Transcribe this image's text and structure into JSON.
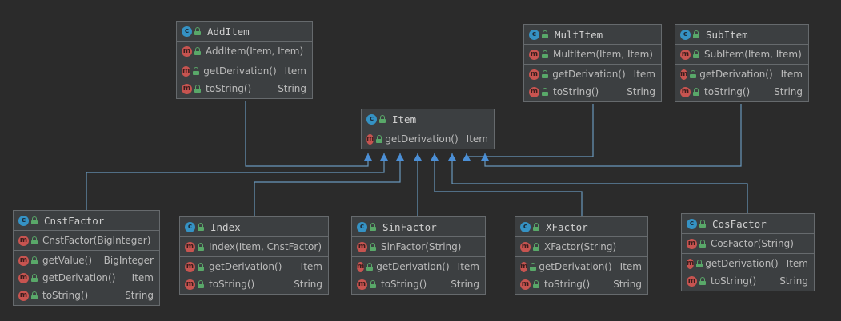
{
  "colors": {
    "background": "#2b2b2b",
    "box": "#3c3f41",
    "border": "#666a6d",
    "edge_child": "#6897bb",
    "edge_arrow": "#4b8fd6",
    "class_badge": "#3592c4",
    "method_badge": "#c75450",
    "public_lock": "#59a869"
  },
  "icons": {
    "class_letter": "c",
    "method_letter": "m"
  },
  "classes": [
    {
      "id": "AddItem",
      "name": "AddItem",
      "sections": [
        [
          {
            "sig": "AddItem(Item, Item)",
            "ret": ""
          }
        ],
        [
          {
            "sig": "getDerivation()",
            "ret": "Item"
          },
          {
            "sig": "toString()",
            "ret": "String"
          }
        ]
      ]
    },
    {
      "id": "MultItem",
      "name": "MultItem",
      "sections": [
        [
          {
            "sig": "MultItem(Item, Item)",
            "ret": ""
          }
        ],
        [
          {
            "sig": "getDerivation()",
            "ret": "Item"
          },
          {
            "sig": "toString()",
            "ret": "String"
          }
        ]
      ]
    },
    {
      "id": "SubItem",
      "name": "SubItem",
      "sections": [
        [
          {
            "sig": "SubItem(Item, Item)",
            "ret": ""
          }
        ],
        [
          {
            "sig": "getDerivation()",
            "ret": "Item"
          },
          {
            "sig": "toString()",
            "ret": "String"
          }
        ]
      ]
    },
    {
      "id": "Item",
      "name": "Item",
      "sections": [
        [
          {
            "sig": "getDerivation()",
            "ret": "Item"
          }
        ]
      ]
    },
    {
      "id": "CnstFactor",
      "name": "CnstFactor",
      "sections": [
        [
          {
            "sig": "CnstFactor(BigInteger)",
            "ret": ""
          }
        ],
        [
          {
            "sig": "getValue()",
            "ret": "BigInteger"
          },
          {
            "sig": "getDerivation()",
            "ret": "Item"
          },
          {
            "sig": "toString()",
            "ret": "String"
          }
        ]
      ]
    },
    {
      "id": "Index",
      "name": "Index",
      "sections": [
        [
          {
            "sig": "Index(Item, CnstFactor)",
            "ret": ""
          }
        ],
        [
          {
            "sig": "getDerivation()",
            "ret": "Item"
          },
          {
            "sig": "toString()",
            "ret": "String"
          }
        ]
      ]
    },
    {
      "id": "SinFactor",
      "name": "SinFactor",
      "sections": [
        [
          {
            "sig": "SinFactor(String)",
            "ret": ""
          }
        ],
        [
          {
            "sig": "getDerivation()",
            "ret": "Item"
          },
          {
            "sig": "toString()",
            "ret": "String"
          }
        ]
      ]
    },
    {
      "id": "XFactor",
      "name": "XFactor",
      "sections": [
        [
          {
            "sig": "XFactor(String)",
            "ret": ""
          }
        ],
        [
          {
            "sig": "getDerivation()",
            "ret": "Item"
          },
          {
            "sig": "toString()",
            "ret": "String"
          }
        ]
      ]
    },
    {
      "id": "CosFactor",
      "name": "CosFactor",
      "sections": [
        [
          {
            "sig": "CosFactor(String)",
            "ret": ""
          }
        ],
        [
          {
            "sig": "getDerivation()",
            "ret": "Item"
          },
          {
            "sig": "toString()",
            "ret": "String"
          }
        ]
      ]
    }
  ],
  "relations": [
    {
      "from": "AddItem",
      "to": "Item"
    },
    {
      "from": "CnstFactor",
      "to": "Item"
    },
    {
      "from": "Index",
      "to": "Item"
    },
    {
      "from": "SinFactor",
      "to": "Item"
    },
    {
      "from": "CosFactor",
      "to": "Item"
    },
    {
      "from": "XFactor",
      "to": "Item"
    },
    {
      "from": "MultItem",
      "to": "Item"
    },
    {
      "from": "SubItem",
      "to": "Item"
    }
  ]
}
